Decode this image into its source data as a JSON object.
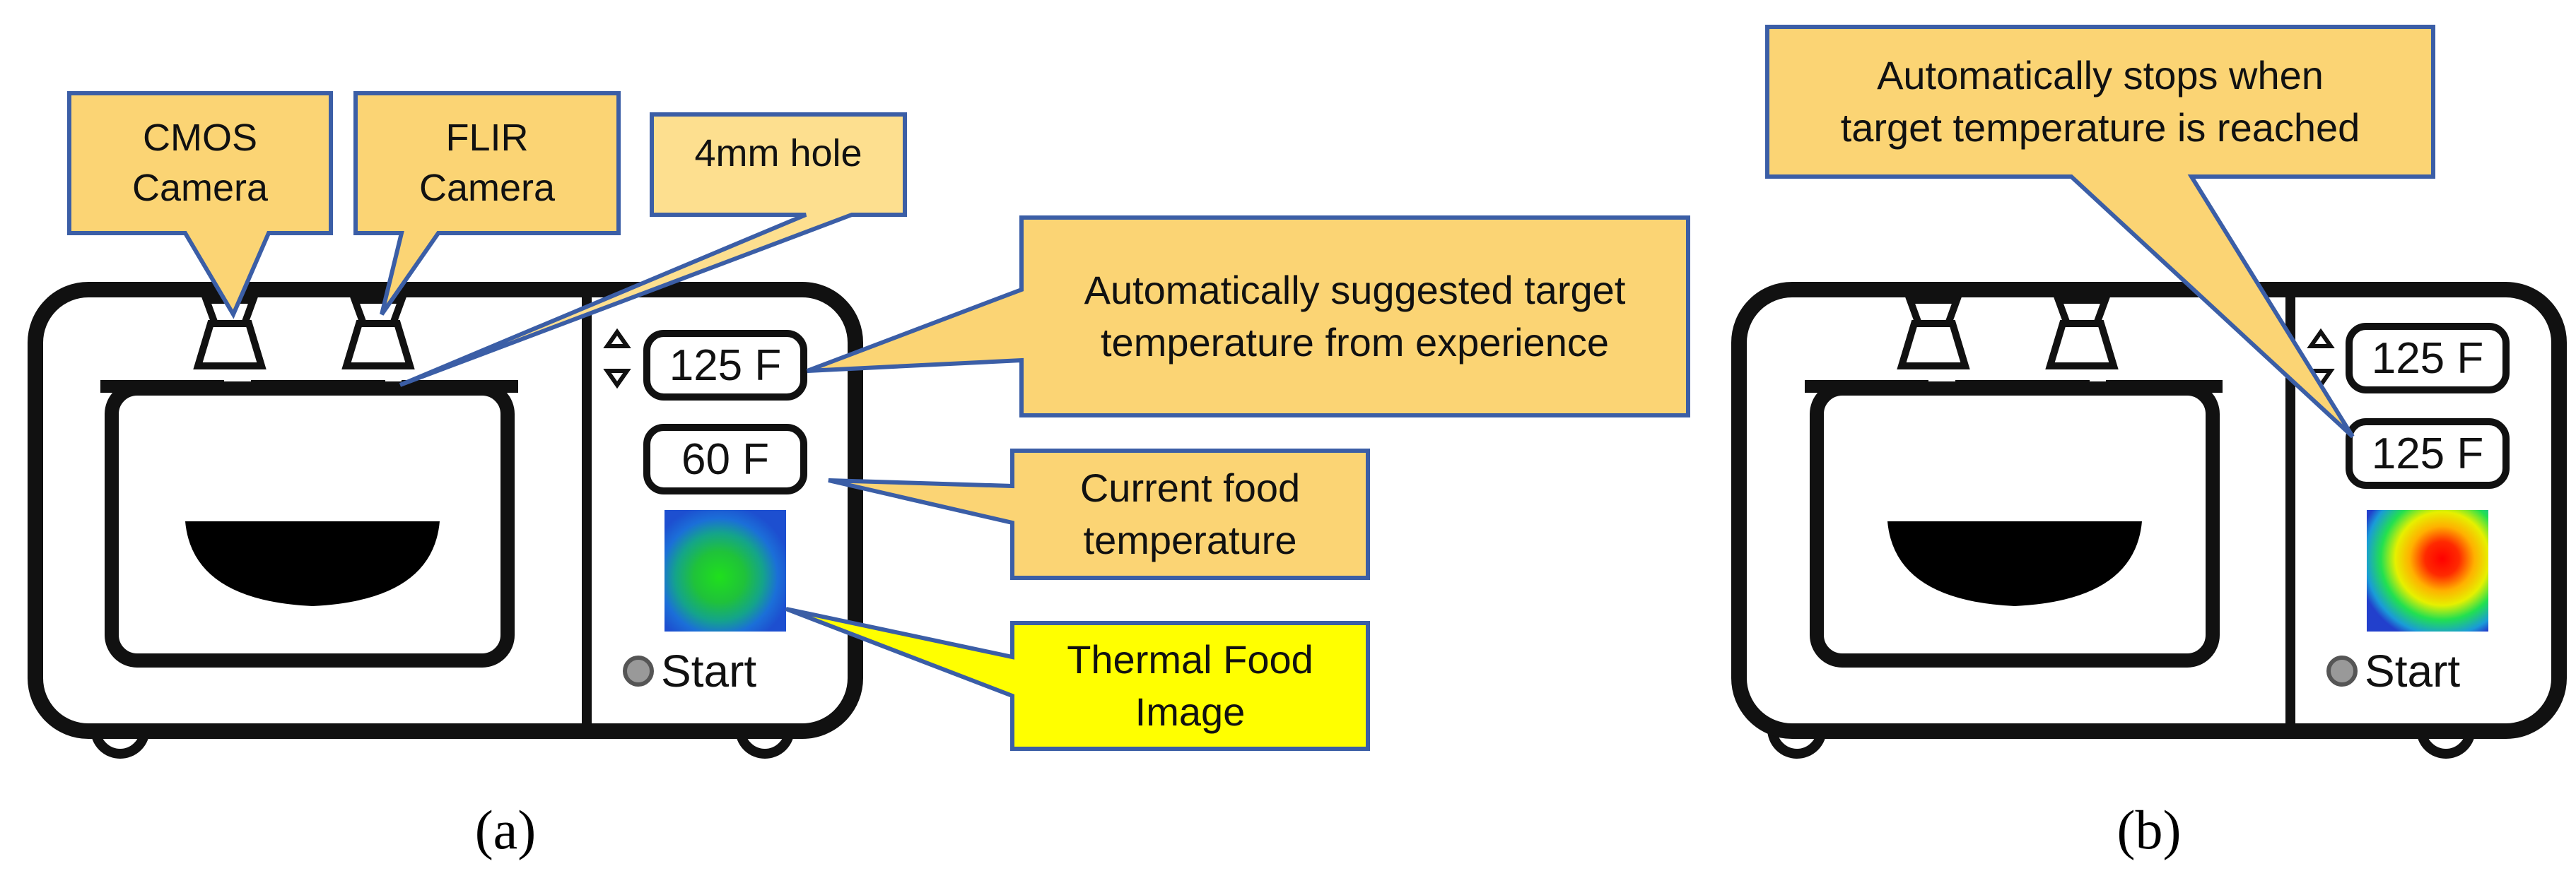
{
  "figure_a": {
    "panel_label": "(a)",
    "microwave": {
      "target_temp": "125 F",
      "current_temp": "60 F",
      "start_label": "Start",
      "thermal_image": "thermal-image-green-spot"
    },
    "callouts": {
      "cmos": "CMOS\nCamera",
      "flir": "FLIR\nCamera",
      "hole": "4mm hole",
      "target": "Automatically suggested target\ntemperature from experience",
      "current": "Current food\ntemperature",
      "thermal": "Thermal Food\nImage"
    }
  },
  "figure_b": {
    "panel_label": "(b)",
    "microwave": {
      "target_temp": "125 F",
      "current_temp": "125 F",
      "start_label": "Start",
      "thermal_image": "thermal-image-red-hotspot"
    },
    "callouts": {
      "stops": "Automatically stops when\ntarget temperature is reached"
    }
  },
  "colors": {
    "callout_fill": "#fbd474",
    "callout_fill_light": "#fddf8f",
    "callout_fill_yellow": "#ffff00",
    "callout_border": "#3b5ea6",
    "outline": "#111111"
  }
}
